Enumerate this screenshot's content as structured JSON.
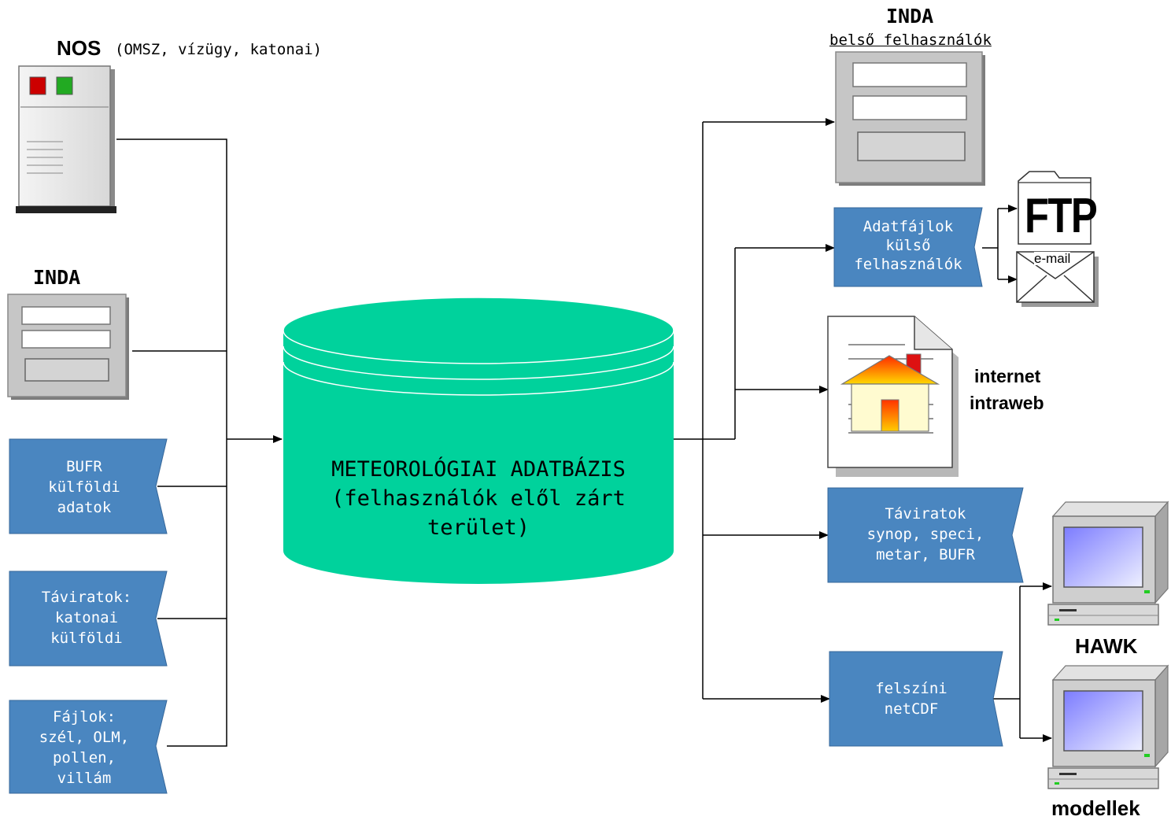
{
  "sources": {
    "nos": {
      "title": "NOS",
      "subtitle": "(OMSZ, vízügy, katonai)"
    },
    "inda": {
      "title": "INDA"
    },
    "bufr": {
      "text": "BUFR\nkülföldi\nadatok"
    },
    "taviratok_in": {
      "text": "Táviratok:\nkatonai\nkülföldi"
    },
    "fajlok": {
      "text": "Fájlok:\nszél, OLM,\npollen,\nvillám"
    }
  },
  "database": {
    "text": "METEOROLÓGIAI ADATBÁZIS\n(felhasználók elől zárt\nterület)"
  },
  "outputs": {
    "inda_belso": {
      "title": "INDA",
      "subtitle": "belső felhasználók"
    },
    "adatfajlok": {
      "text": "Adatfájlok\nkülső\nfelhasználók"
    },
    "ftp": {
      "label": "FTP"
    },
    "email": {
      "label": "e-mail"
    },
    "internet": {
      "line1": "internet",
      "line2": "intraweb"
    },
    "taviratok_out": {
      "text": "Táviratok\nsynop, speci,\nmetar, BUFR"
    },
    "felszini": {
      "text": "felszíni\nnetCDF"
    },
    "hawk": {
      "label": "HAWK"
    },
    "modellek": {
      "label": "modellek"
    }
  },
  "colors": {
    "box_fill": "#4a86c0",
    "database_fill": "#00d29c",
    "panel_gray": "#c6c6c6"
  },
  "icons": [
    "server-icon",
    "inda-terminal-icon",
    "ftp-folder-icon",
    "email-envelope-icon",
    "web-page-icon",
    "computer-icon"
  ]
}
